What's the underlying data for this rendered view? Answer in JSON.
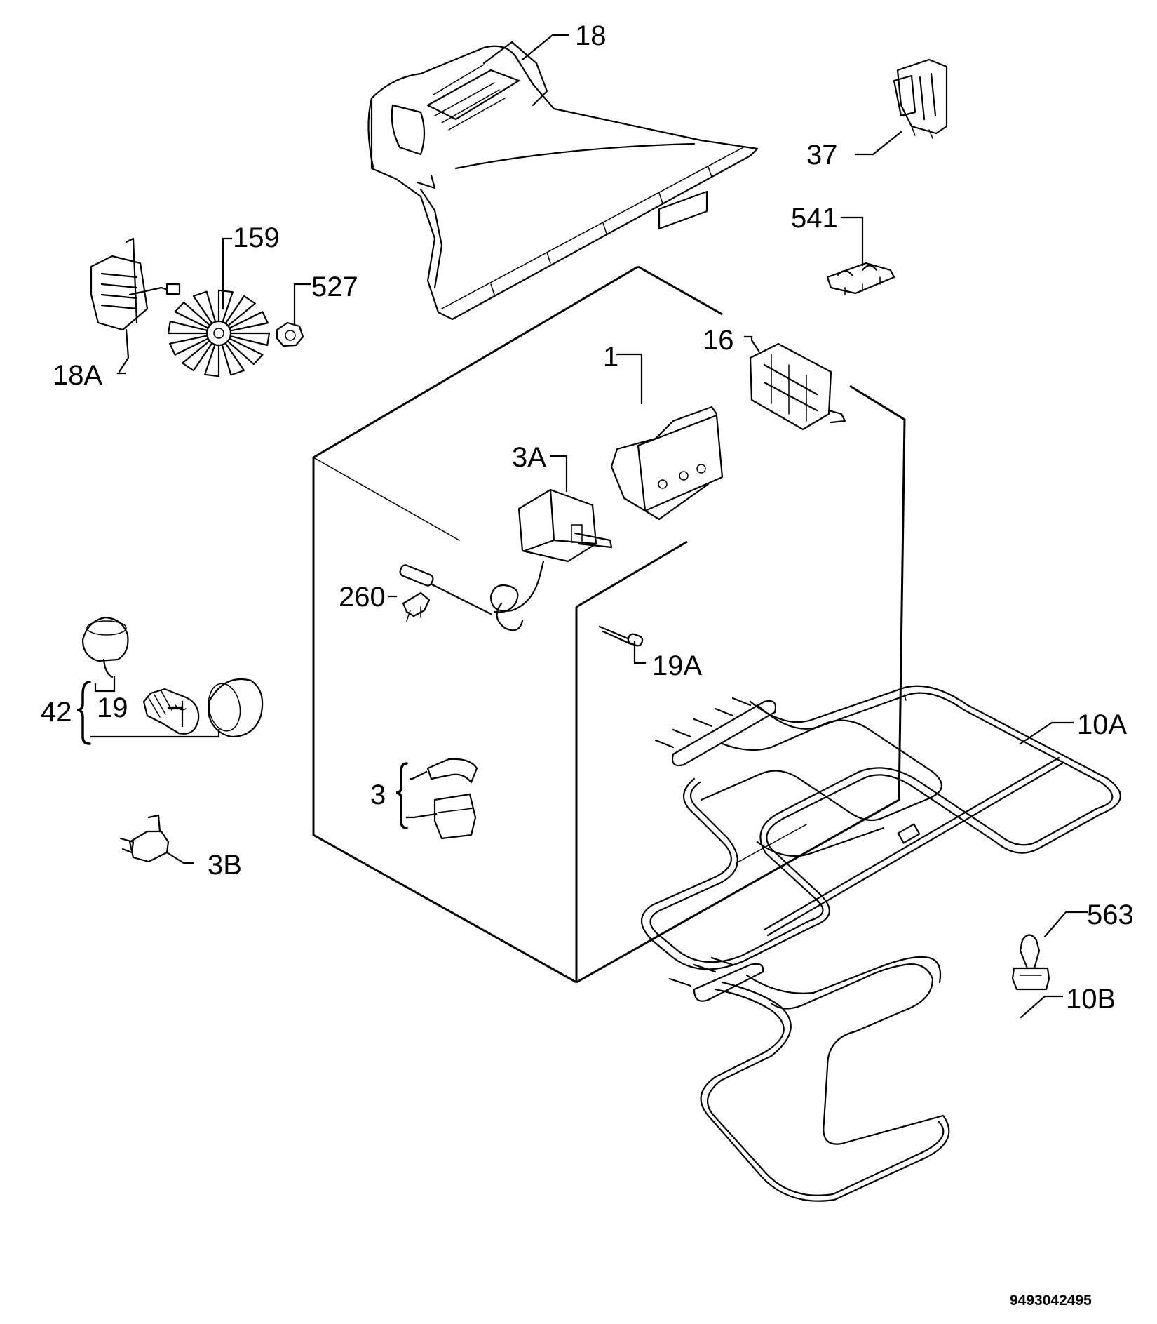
{
  "callouts": {
    "c18": "18",
    "c37": "37",
    "c541": "541",
    "c159": "159",
    "c527": "527",
    "c18a": "18A",
    "c16": "16",
    "c1": "1",
    "c3a": "3A",
    "c260": "260",
    "c19a": "19A",
    "c10a": "10A",
    "c42": "42",
    "c19": "19",
    "c3": "3",
    "c3b": "3B",
    "c563": "563",
    "c10b": "10B"
  },
  "document_number": "9493042495",
  "colors": {
    "line": "#000000",
    "background": "#ffffff"
  }
}
